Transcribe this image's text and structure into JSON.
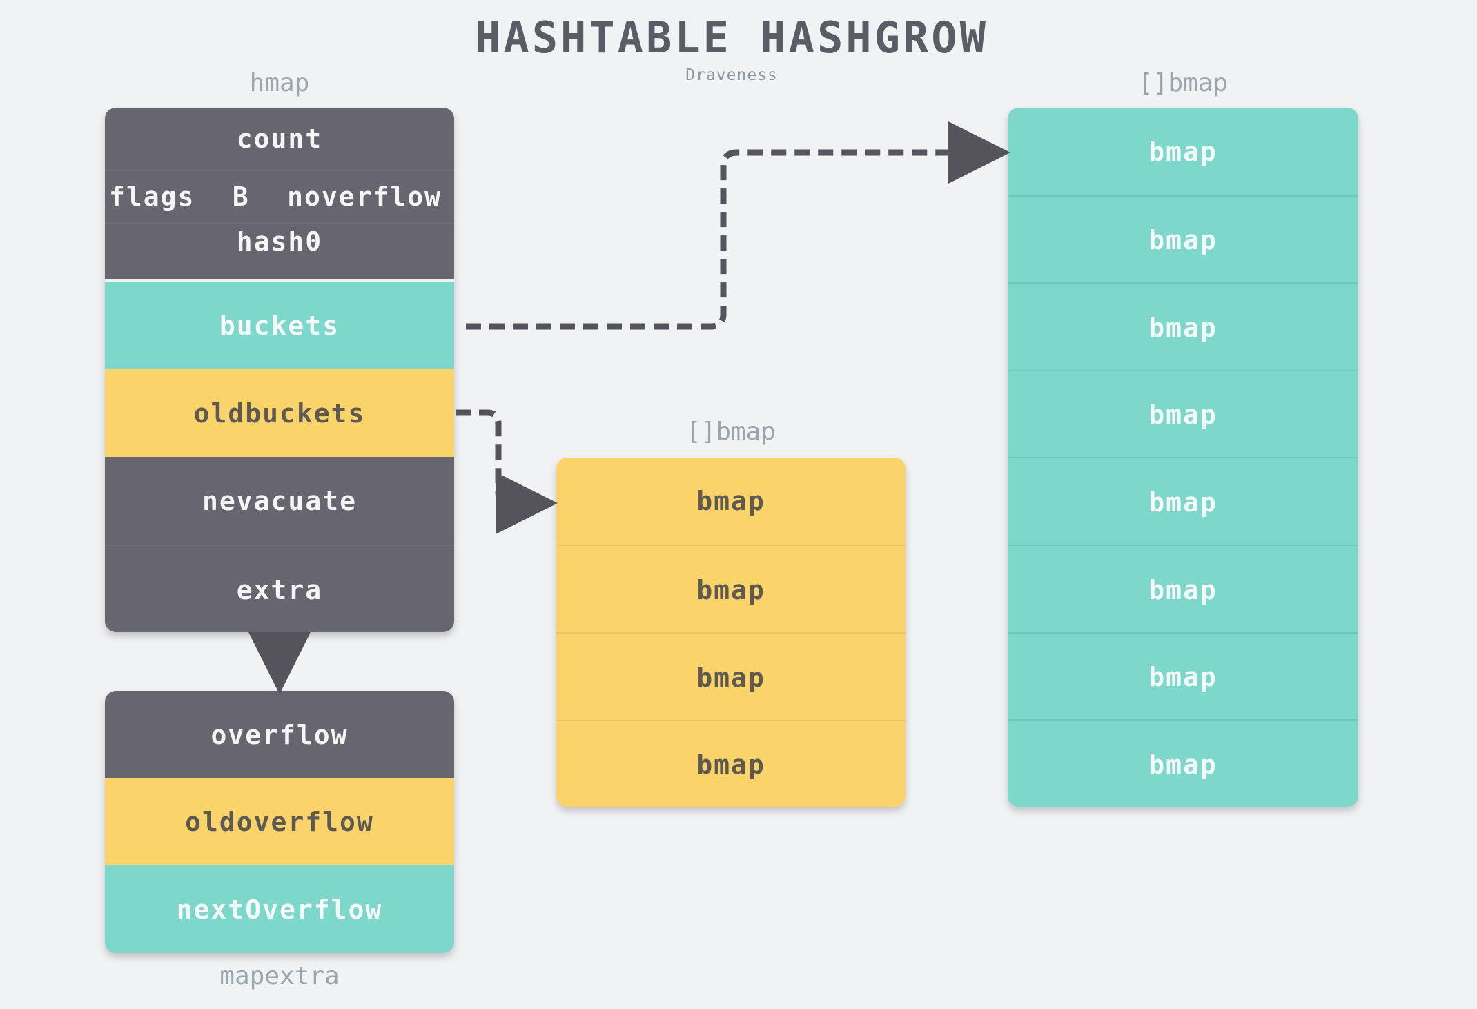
{
  "title": "HASHTABLE HASHGROW",
  "subtitle": "Draveness",
  "hmap": {
    "label": "hmap",
    "count": "count",
    "flags": "flags",
    "b": "B",
    "noverflow": "noverflow",
    "hash0": "hash0",
    "buckets": "buckets",
    "oldbuckets": "oldbuckets",
    "nevacuate": "nevacuate",
    "extra": "extra"
  },
  "mapextra": {
    "label": "mapextra",
    "overflow": "overflow",
    "oldoverflow": "oldoverflow",
    "nextoverflow": "nextOverflow"
  },
  "old_buckets": {
    "label": "[]bmap",
    "items": [
      "bmap",
      "bmap",
      "bmap",
      "bmap"
    ]
  },
  "new_buckets": {
    "label": "[]bmap",
    "items": [
      "bmap",
      "bmap",
      "bmap",
      "bmap",
      "bmap",
      "bmap",
      "bmap",
      "bmap"
    ]
  },
  "colors": {
    "dark": "#676570",
    "teal": "#7dd7cb",
    "yellow": "#fad46b",
    "arrow": "#55545c"
  }
}
